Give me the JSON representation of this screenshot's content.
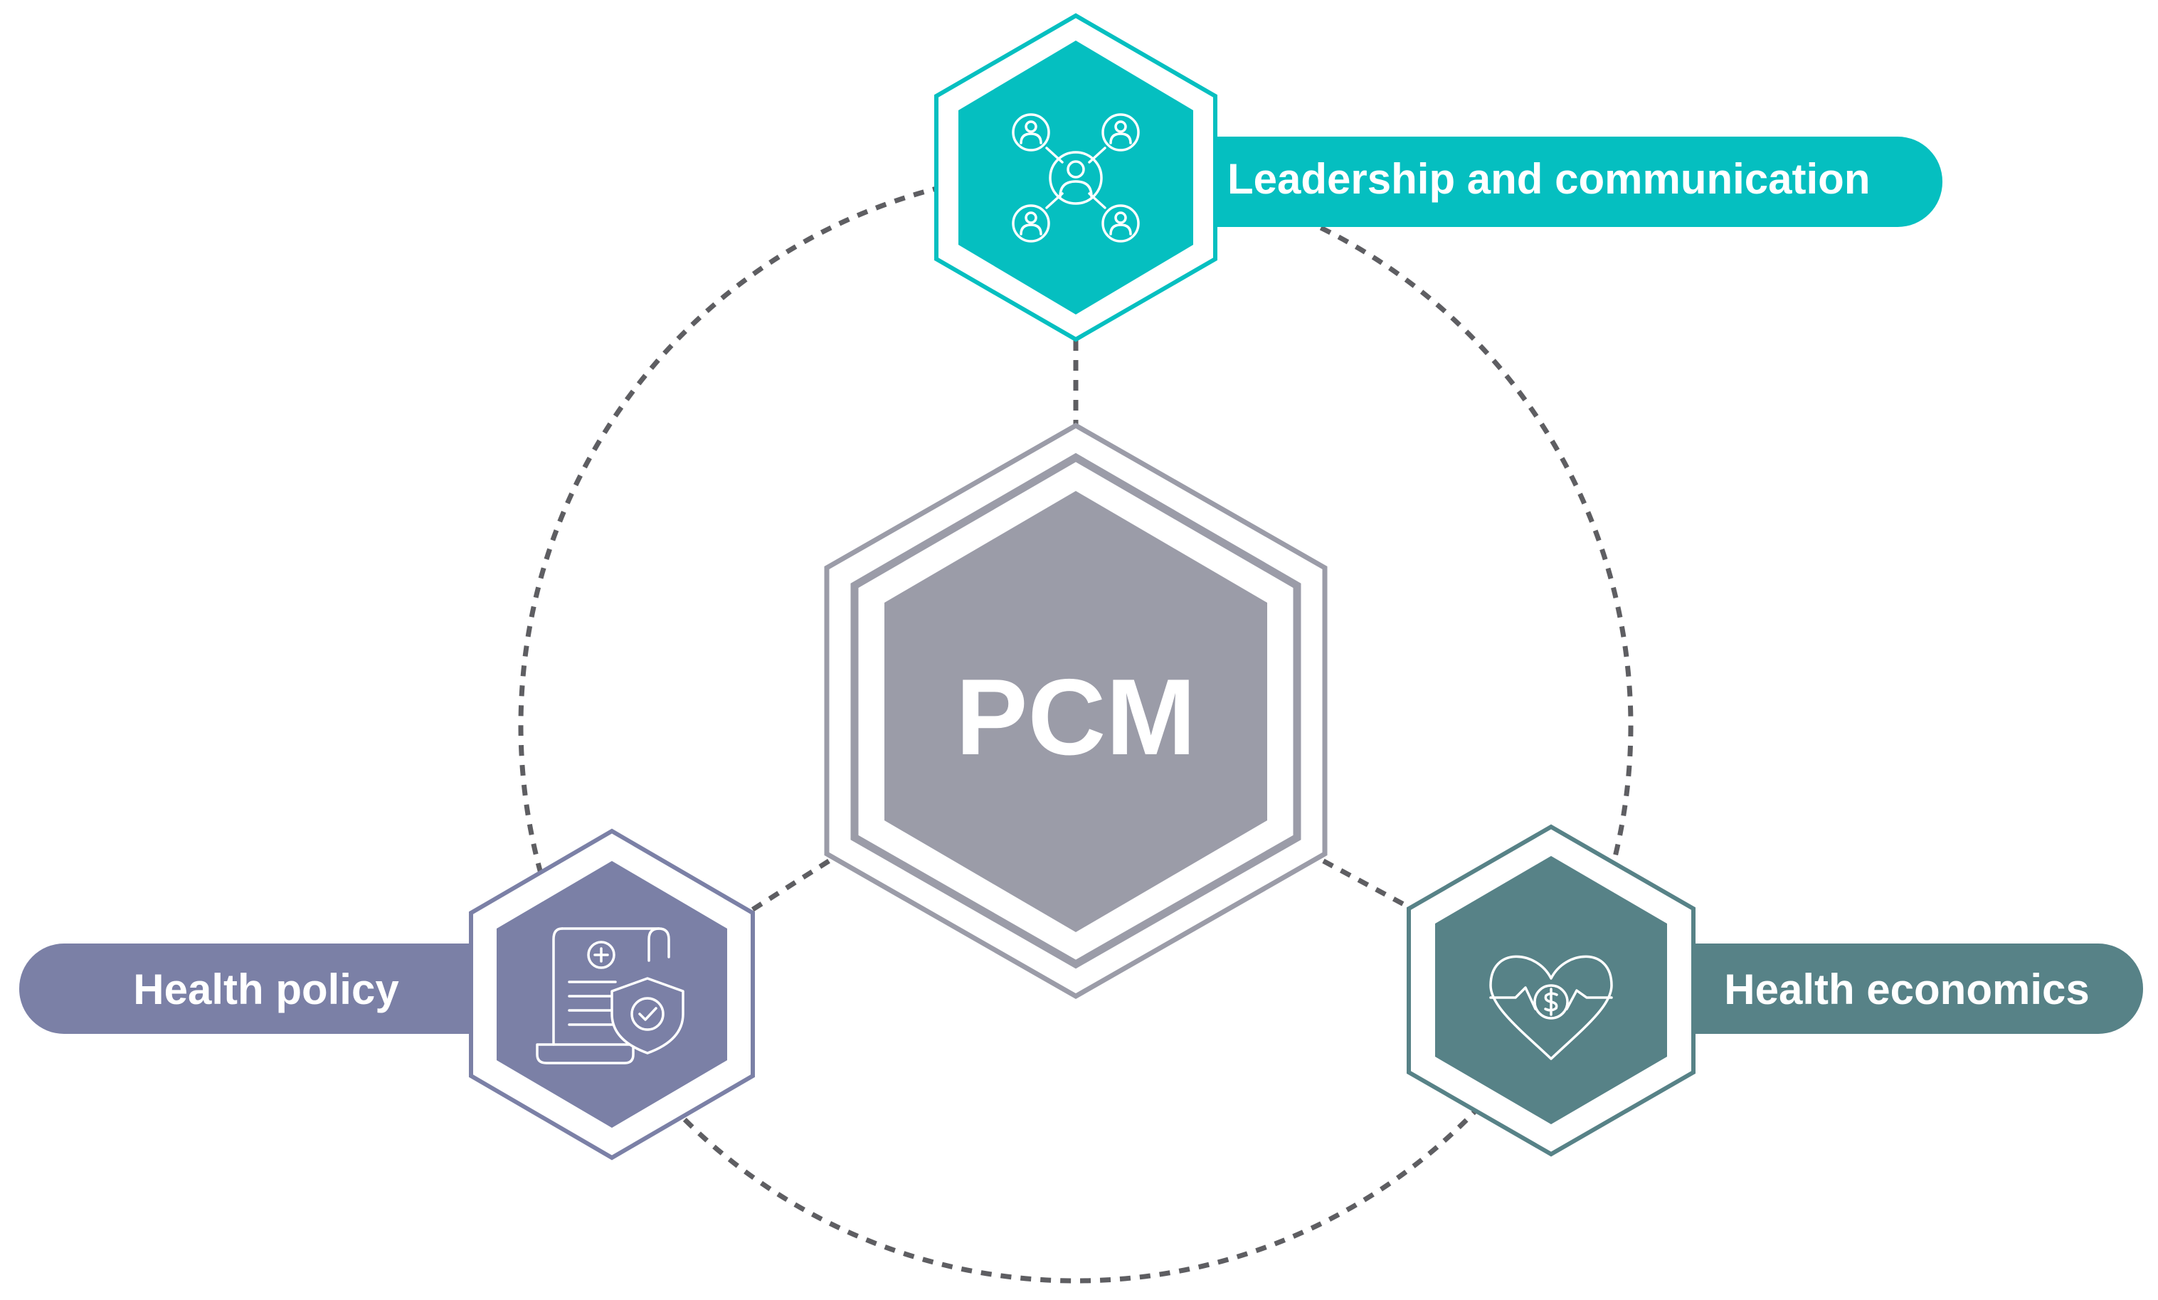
{
  "center": {
    "label": "PCM",
    "color": "#9b9ca8"
  },
  "nodes": [
    {
      "id": "leadership",
      "label": "Leadership and communication",
      "color": "#05bfc0",
      "icon": "people-network-icon"
    },
    {
      "id": "policy",
      "label": "Health policy",
      "color": "#7b80a6",
      "icon": "policy-document-shield-icon"
    },
    {
      "id": "economics",
      "label": "Health economics",
      "color": "#578287",
      "icon": "heart-dollar-icon"
    }
  ],
  "connector_color": "#5e5e62"
}
